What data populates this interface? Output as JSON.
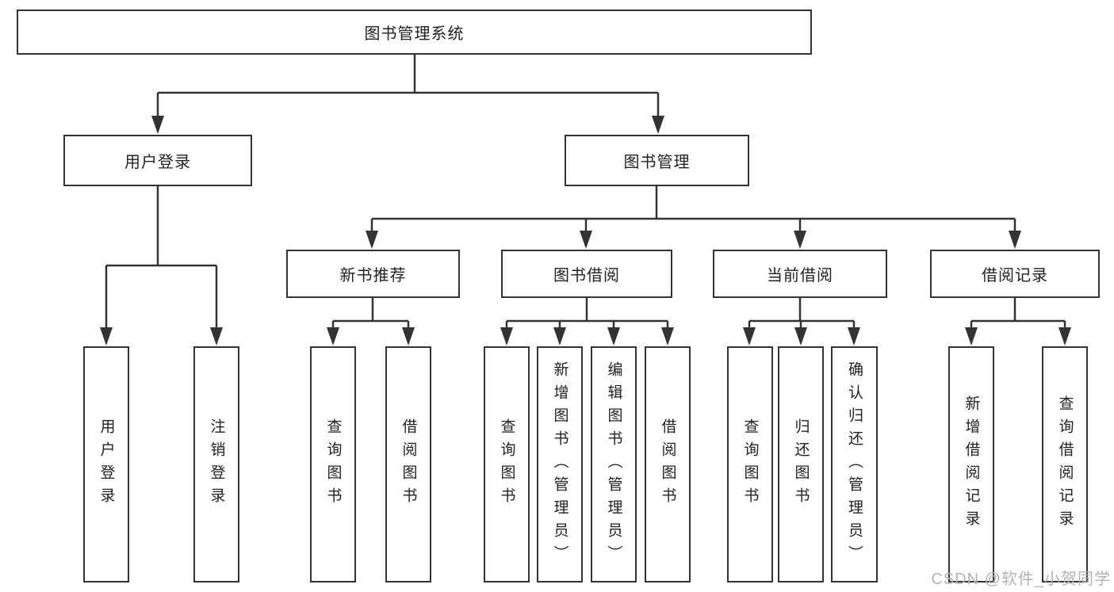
{
  "diagram": {
    "root": {
      "label": "图书管理系统",
      "children": [
        {
          "label": "用户登录",
          "children": [
            {
              "label": "用户登录"
            },
            {
              "label": "注销登录"
            }
          ]
        },
        {
          "label": "图书管理",
          "children": [
            {
              "label": "新书推荐",
              "children": [
                {
                  "label": "查询图书"
                },
                {
                  "label": "借阅图书"
                }
              ]
            },
            {
              "label": "图书借阅",
              "children": [
                {
                  "label": "查询图书"
                },
                {
                  "label": "新增图书（管理员）"
                },
                {
                  "label": "编辑图书（管理员）"
                },
                {
                  "label": "借阅图书"
                }
              ]
            },
            {
              "label": "当前借阅",
              "children": [
                {
                  "label": "查询图书"
                },
                {
                  "label": "归还图书"
                },
                {
                  "label": "确认归还（管理员）"
                }
              ]
            },
            {
              "label": "借阅记录",
              "children": [
                {
                  "label": "新增借阅记录"
                },
                {
                  "label": "查询借阅记录"
                }
              ]
            }
          ]
        }
      ]
    }
  },
  "watermark": {
    "text": "CSDN @软件_小贺同学"
  },
  "colors": {
    "line": "#333333",
    "box_border": "#333333",
    "text": "#222222",
    "watermark": "#b3b3b3",
    "background": "#ffffff"
  }
}
